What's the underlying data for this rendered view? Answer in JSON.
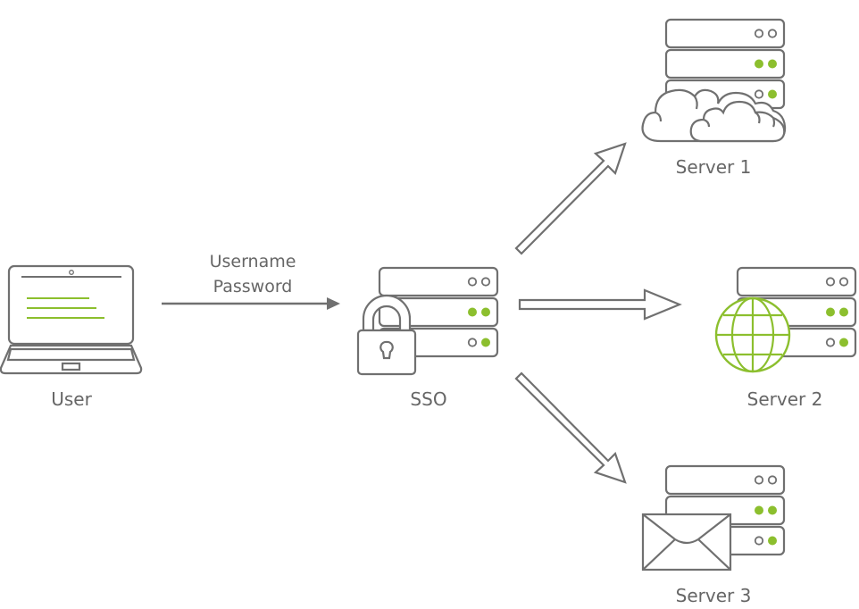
{
  "diagram": {
    "title": "Single Sign-On flow",
    "colors": {
      "outline": "#707070",
      "accent": "#8cbf2e",
      "text": "#666666",
      "background": "#ffffff"
    },
    "nodes": {
      "user": {
        "label": "User",
        "icon": "laptop-icon"
      },
      "sso": {
        "label": "SSO",
        "icon": "server-lock-icon"
      },
      "server1": {
        "label": "Server 1",
        "icon": "server-cloud-icon"
      },
      "server2": {
        "label": "Server 2",
        "icon": "server-globe-icon"
      },
      "server3": {
        "label": "Server 3",
        "icon": "server-mail-icon"
      }
    },
    "edges": [
      {
        "from": "User",
        "to": "SSO",
        "label_line1": "Username",
        "label_line2": "Password",
        "style": "solid-line-arrow"
      },
      {
        "from": "SSO",
        "to": "Server 1",
        "style": "hollow-block-arrow"
      },
      {
        "from": "SSO",
        "to": "Server 2",
        "style": "hollow-block-arrow"
      },
      {
        "from": "SSO",
        "to": "Server 3",
        "style": "hollow-block-arrow"
      }
    ]
  }
}
